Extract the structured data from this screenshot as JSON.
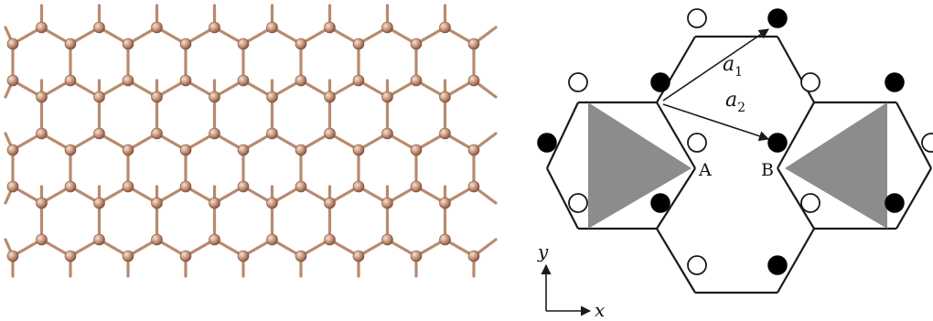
{
  "left_panel": {
    "type": "ball-and-stick honeycomb lattice",
    "atom_color": "#c9977d",
    "bond_color": "#b98a6e"
  },
  "right_panel": {
    "labels": {
      "vector_1": "a",
      "vector_1_sub": "1",
      "vector_2": "a",
      "vector_2_sub": "2",
      "site_a": "A",
      "site_b": "B",
      "axis_y": "y",
      "axis_x": "x"
    },
    "colors": {
      "line": "#1a1a1a",
      "triangle_fill": "#8c8c8c",
      "filled_site": "#000000",
      "open_site": "#ffffff"
    }
  }
}
